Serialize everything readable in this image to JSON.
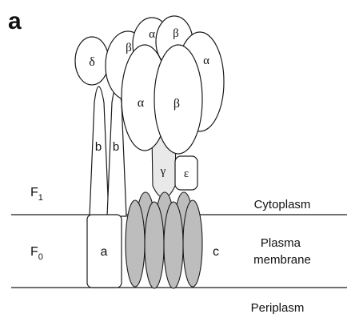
{
  "panel_label": "a",
  "regions": {
    "f1": {
      "main": "F",
      "sub": "1"
    },
    "f0": {
      "main": "F",
      "sub": "0"
    },
    "cytoplasm": "Cytoplasm",
    "plasma_membrane": [
      "Plasma",
      "membrane"
    ],
    "periplasm": "Periplasm"
  },
  "subunits": {
    "delta": "δ",
    "alpha": "α",
    "beta": "β",
    "gamma": "γ",
    "epsilon": "ε",
    "b": "b",
    "a": "a",
    "c": "c"
  },
  "colors": {
    "outline": "#1a1a1a",
    "c_ring": "#bdbdbd",
    "gamma_fill": "#e9e9e9"
  }
}
